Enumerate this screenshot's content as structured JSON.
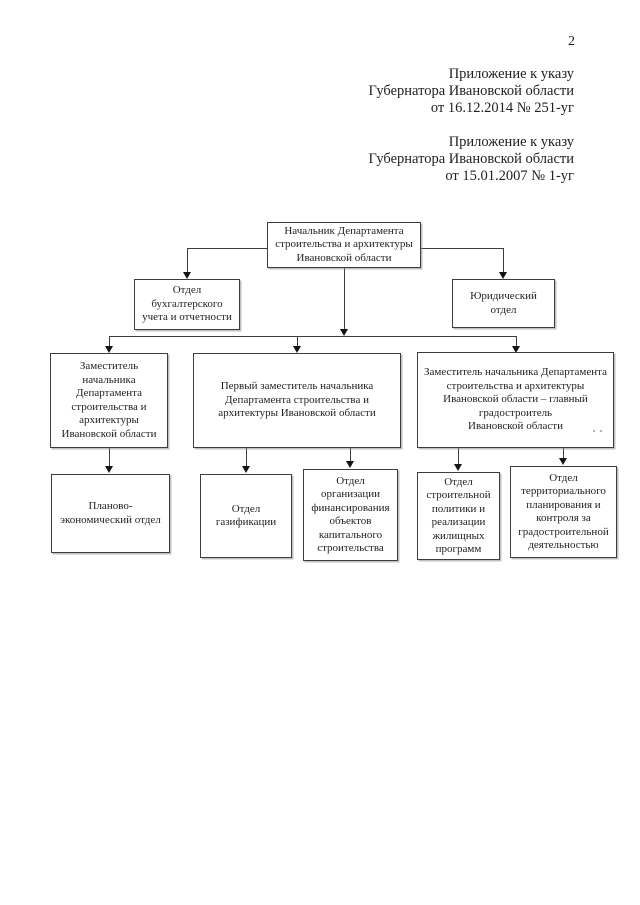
{
  "page": {
    "number": "2"
  },
  "header": {
    "appendix_2014": "Приложение к указу\nГубернатора Ивановской области\nот 16.12.2014 № 251-уг",
    "appendix_2007": "Приложение к указу\nГубернатора Ивановской области\nот 15.01.2007 № 1-уг"
  },
  "org_chart": {
    "type": "org-tree",
    "nodes": {
      "head": {
        "text": "Начальник Департамента\nстроительства и архитектуры\nИвановской области"
      },
      "accounting": {
        "text": "Отдел\nбухгалтерского\nучета и отчетности"
      },
      "legal": {
        "text": "Юридический\nотдел"
      },
      "deputy": {
        "text": "Заместитель\nначальника\nДепартамента\nстроительства и\nархитектуры\nИвановской области"
      },
      "first_deputy": {
        "text": "Первый заместитель начальника\nДепартамента строительства и\nархитектуры Ивановской области"
      },
      "chief_architect": {
        "text": "Заместитель начальника Департамента\nстроительства и архитектуры\nИвановской области – главный\nградостроитель\nИвановской области"
      },
      "planning_econ": {
        "text": "Планово-\nэкономический отдел"
      },
      "gasification": {
        "text": "Отдел\nгазификации"
      },
      "finance_org": {
        "text": "Отдел\nорганизации\nфинансирования\nобъектов\nкапитального\nстроительства"
      },
      "construction_policy": {
        "text": "Отдел\nстроительной\nполитики и\nреализации\nжилищных\nпрограмм"
      },
      "territorial_planning": {
        "text": "Отдел\nтерриториального\nпланирования и\nконтроля за\nградостроительной\nдеятельностью"
      }
    },
    "edges": [
      {
        "from": "head",
        "to": "accounting"
      },
      {
        "from": "head",
        "to": "legal"
      },
      {
        "from": "head",
        "to": "deputy"
      },
      {
        "from": "head",
        "to": "first_deputy"
      },
      {
        "from": "head",
        "to": "chief_architect"
      },
      {
        "from": "deputy",
        "to": "planning_econ"
      },
      {
        "from": "first_deputy",
        "to": "gasification"
      },
      {
        "from": "first_deputy",
        "to": "finance_org"
      },
      {
        "from": "chief_architect",
        "to": "construction_policy"
      },
      {
        "from": "chief_architect",
        "to": "territorial_planning"
      }
    ]
  },
  "colors": {
    "page_background": "#ffffff",
    "text": "#1f1f1f",
    "box_border": "#3d3d3d",
    "connector": "#3d3d3d",
    "arrowhead": "#141414"
  }
}
